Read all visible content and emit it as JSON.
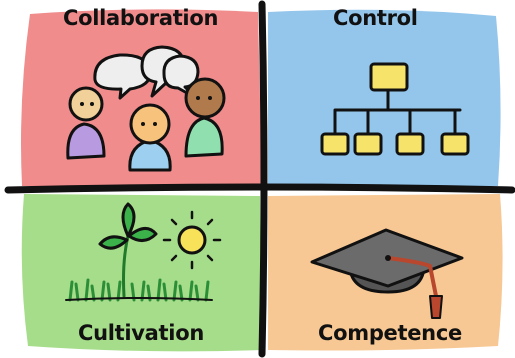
{
  "quadrants": {
    "top_left": {
      "label": "Collaboration",
      "color": "#f08c8c",
      "illustration": "people-speech-bubbles-icon"
    },
    "top_right": {
      "label": "Control",
      "color": "#94c6ec",
      "illustration": "org-chart-icon"
    },
    "bottom_left": {
      "label": "Cultivation",
      "color": "#a6dd8a",
      "illustration": "plant-and-sun-icon"
    },
    "bottom_right": {
      "label": "Competence",
      "color": "#f7c893",
      "illustration": "graduation-cap-icon"
    }
  },
  "colors": {
    "outline": "#111111",
    "box_yellow": "#f6e46a",
    "sun_yellow": "#f7e25a",
    "grass_green": "#3bb34a",
    "tassel_red": "#b8472e",
    "cap_gray": "#6b6b6b"
  }
}
